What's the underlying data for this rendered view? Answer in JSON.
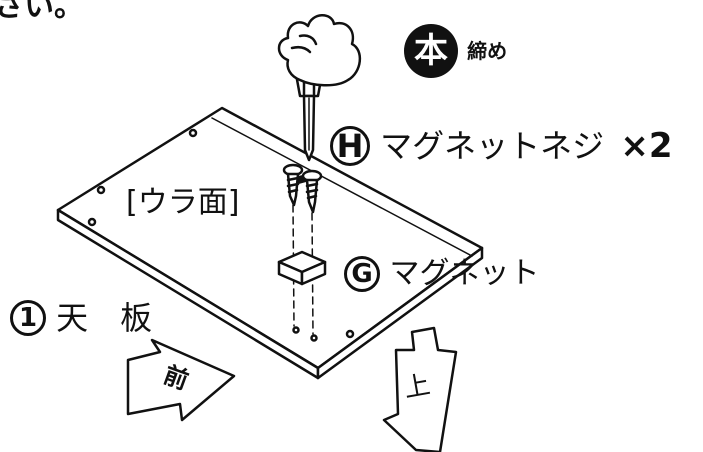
{
  "header_fragment": "さい。",
  "tightening": {
    "badge": "本",
    "label": "締め"
  },
  "part_h": {
    "id": "H",
    "name": "マグネットネジ",
    "quantity": "×2"
  },
  "face_label": "[ウラ面]",
  "part_g": {
    "id": "G",
    "name": "マグネット"
  },
  "part_1": {
    "id": "1",
    "name": "天　板"
  },
  "arrow_front": "前",
  "arrow_up": "上",
  "colors": {
    "ink": "#111111",
    "background": "#ffffff"
  }
}
